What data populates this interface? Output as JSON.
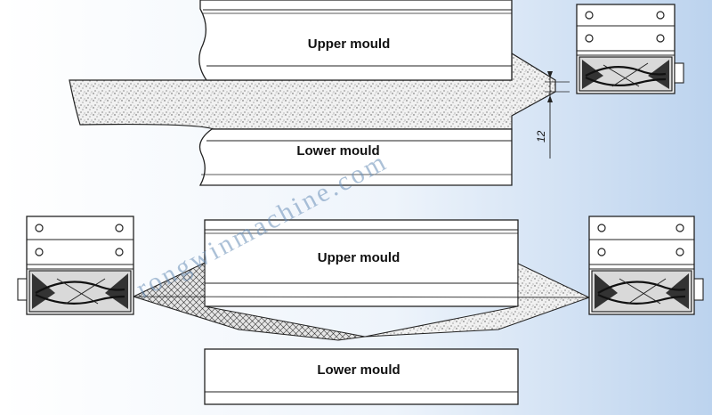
{
  "top_view": {
    "upper_mould_label": "Upper mould",
    "lower_mould_label": "Lower mould",
    "dimension_label": "12"
  },
  "bottom_view": {
    "upper_mould_label": "Upper mould",
    "lower_mould_label": "Lower mould"
  },
  "watermark": "rongwinmachine.com",
  "colors": {
    "background_left": "#ffffff",
    "background_right": "#bcd3ee",
    "line": "#222222",
    "watermark": "#6a8fb8"
  }
}
